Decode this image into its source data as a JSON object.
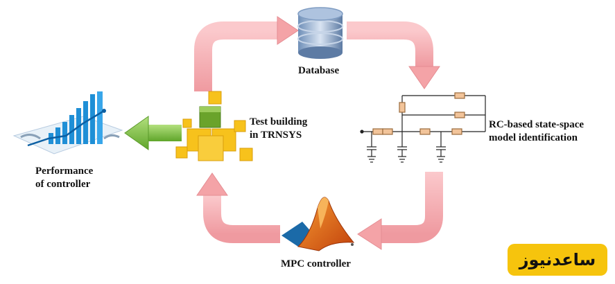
{
  "labels": {
    "database": "Database",
    "test_building": [
      "Test building",
      "in TRNSYS"
    ],
    "rc_model": [
      "RC-based state-space",
      "model identification"
    ],
    "performance": [
      "Performance",
      "of controller"
    ],
    "mpc": "MPC controller"
  },
  "watermark": "ساعدنیوز",
  "icons": {
    "database": "database-cylinder-icon",
    "building": "cube-stack-icon",
    "circuit": "rc-circuit-icon",
    "performance": "bar-chart-icon",
    "mpc": "matlab-logo-icon"
  },
  "colors": {
    "loop_arrow": "#f4a3a7",
    "loop_arrow_dark": "#e57f86",
    "green_arrow": "#7cc042",
    "cube_yellow": "#f7c21c",
    "cube_green": "#6aa32b",
    "resistor": "#f2c49a",
    "chart_blue": "#1f8fd6",
    "matlab_orange": "#e2671b",
    "watermark_bg": "#f6c40d"
  }
}
